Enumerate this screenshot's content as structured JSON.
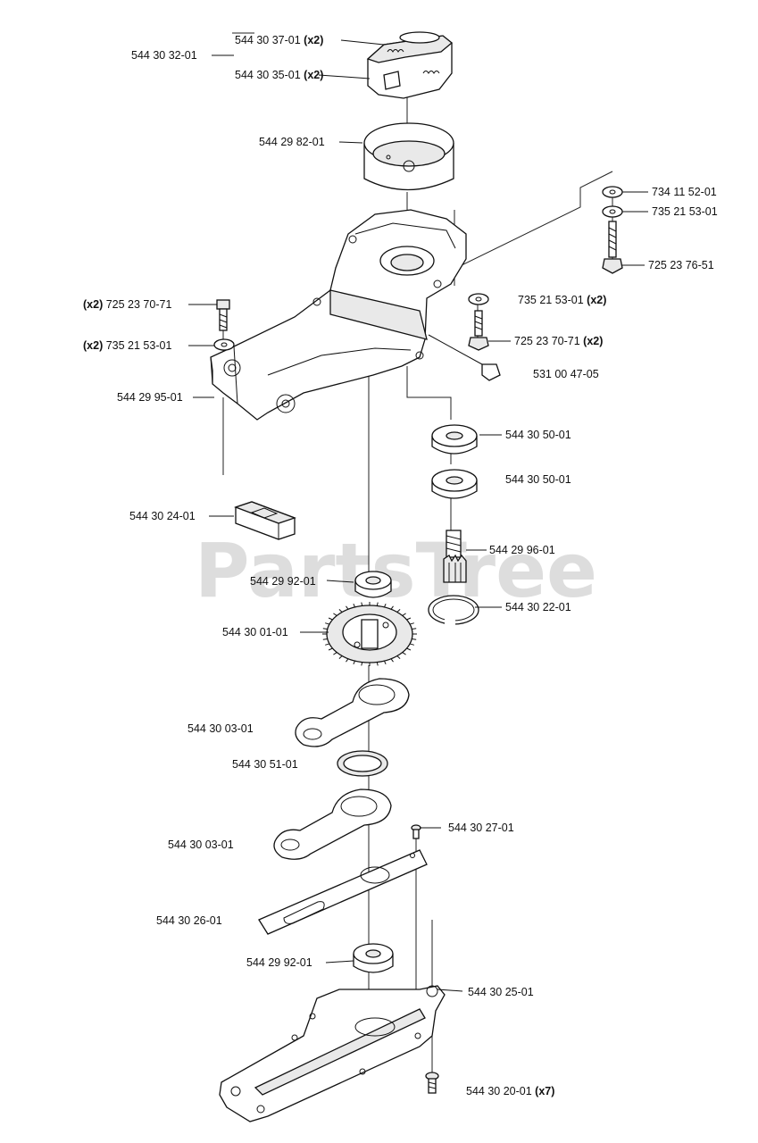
{
  "watermark": "PartsTree",
  "labels": {
    "p5443037": {
      "code": "544 30 37-01",
      "qty": "(x2)"
    },
    "p5443032": {
      "code": "544 30 32-01"
    },
    "p5443035": {
      "code": "544 30 35-01",
      "qty": "(x2)"
    },
    "p5442982": {
      "code": "544 29 82-01"
    },
    "p7341152": {
      "code": "734 11 52-01"
    },
    "p7352153_top": {
      "code": "735 21 53-01"
    },
    "p7252376": {
      "code": "725 23 76-51"
    },
    "p7352153_right": {
      "code": "735 21 53-01",
      "qty": "(x2)"
    },
    "p7252370_right": {
      "code": "725 23 70-71",
      "qty": "(x2)"
    },
    "p5310047": {
      "code": "531 00 47-05"
    },
    "p7252370_left": {
      "code": "725 23 70-71",
      "qty": "(x2)"
    },
    "p7352153_left": {
      "code": "735 21 53-01",
      "qty": "(x2)"
    },
    "p5442995": {
      "code": "544 29 95-01"
    },
    "p5443050_a": {
      "code": "544 30 50-01"
    },
    "p5443050_b": {
      "code": "544 30 50-01"
    },
    "p5443024": {
      "code": "544 30 24-01"
    },
    "p5442996": {
      "code": "544 29 96-01"
    },
    "p5442992_a": {
      "code": "544 29 92-01"
    },
    "p5443022": {
      "code": "544 30 22-01"
    },
    "p5443001": {
      "code": "544 30 01-01"
    },
    "p5443003_a": {
      "code": "544 30 03-01"
    },
    "p5443051": {
      "code": "544 30 51-01"
    },
    "p5443003_b": {
      "code": "544 30 03-01"
    },
    "p5443027": {
      "code": "544 30 27-01"
    },
    "p5443026": {
      "code": "544 30 26-01"
    },
    "p5442992_b": {
      "code": "544 29 92-01"
    },
    "p5443025": {
      "code": "544 30 25-01"
    },
    "p5443020": {
      "code": "544 30 20-01",
      "qty": "(x7)"
    }
  }
}
